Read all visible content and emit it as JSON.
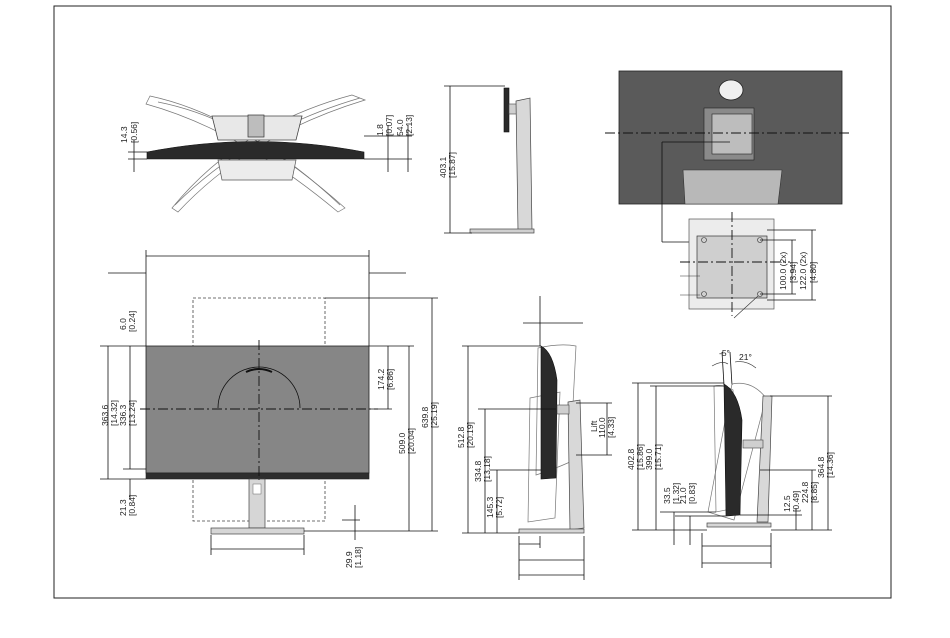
{
  "colors": {
    "screen": "#868686",
    "bezel": "#2e2e2e",
    "stand": "#d6d6d6",
    "back_panel": "#5a5a5a",
    "frame": "#222222"
  },
  "top_view": {
    "left": [
      "14.3",
      "[0.56]"
    ],
    "right": [
      [
        "1.8",
        "[0.07]"
      ],
      [
        "54.0",
        "[2.13]"
      ]
    ]
  },
  "side_small": {
    "height": [
      "403.1",
      "[15.87]"
    ]
  },
  "vesa": {
    "labels": [
      [
        "100.0 (2x)",
        "[3.94]"
      ],
      [
        "122.0 (2x)",
        "[4.80]"
      ]
    ]
  },
  "front_view": {
    "left": [
      [
        "6.0",
        "[0.24]"
      ],
      [
        "363.6",
        "[14.32]"
      ],
      [
        "336.3",
        "[13.24]"
      ],
      [
        "21.3",
        "[0.84]"
      ]
    ],
    "right": [
      [
        "174.2",
        "[6.86]"
      ],
      [
        "509.0",
        "[20.04]"
      ],
      [
        "639.8",
        "[25.19]"
      ]
    ],
    "bottom": [
      "29.9",
      "[1.18]"
    ]
  },
  "side_view": {
    "left": [
      [
        "512.8",
        "[20.19]"
      ],
      [
        "334.8",
        "[13.18]"
      ],
      [
        "145.3",
        "[5.72]"
      ]
    ],
    "lift": [
      "Lift",
      "110.0",
      "[4.33]"
    ]
  },
  "tilt_view": {
    "angles": [
      "-5°",
      "21°"
    ],
    "left": [
      [
        "402.8",
        "[15.86]"
      ],
      [
        "399.0",
        "[15.71]"
      ],
      [
        "33.5",
        "[1.32]"
      ],
      [
        "21.0",
        "[0.83]"
      ]
    ],
    "right": [
      [
        "12.5",
        "[0.49]"
      ],
      [
        "224.8",
        "[8.85]"
      ],
      [
        "364.8",
        "[14.36]"
      ]
    ]
  }
}
